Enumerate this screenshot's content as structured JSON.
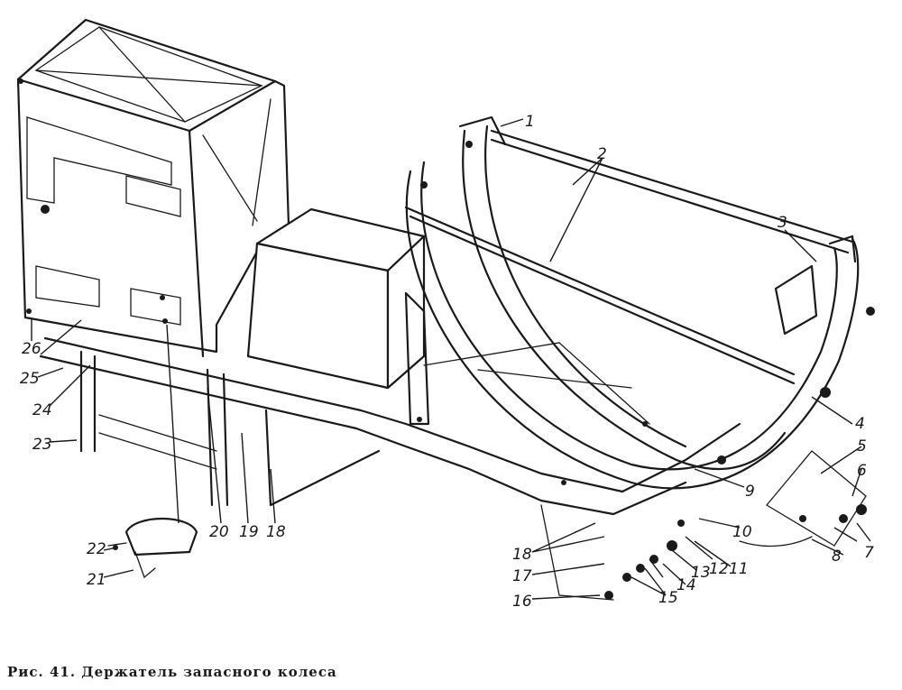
{
  "caption": "Рис. 41. Держатель запасного колеса",
  "callouts": [
    "1",
    "2",
    "3",
    "4",
    "5",
    "6",
    "7",
    "8",
    "9",
    "10",
    "11",
    "12",
    "13",
    "14",
    "15",
    "16",
    "17",
    "18",
    "19",
    "20",
    "21",
    "22",
    "23",
    "24",
    "25",
    "26",
    "18"
  ]
}
